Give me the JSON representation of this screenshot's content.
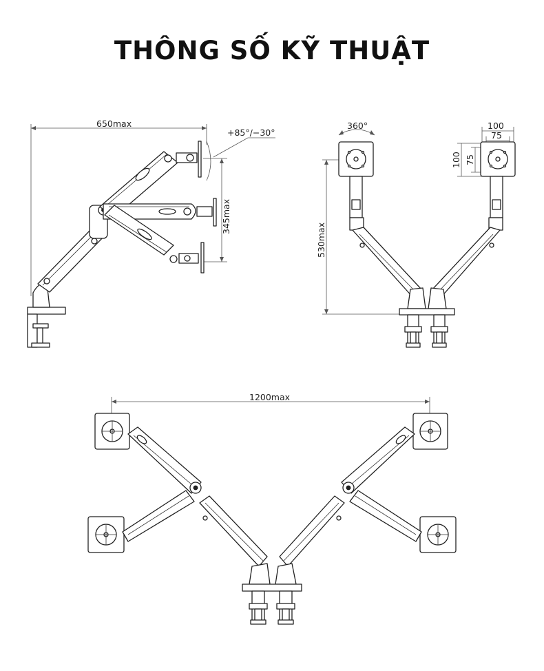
{
  "title": "THÔNG SỐ KỸ THUẬT",
  "side_view": {
    "width_label": "650max",
    "tilt_label": "+85°/−30°",
    "height_label": "345max"
  },
  "front_view": {
    "rotation_label": "360°",
    "vesa_outer_w": "100",
    "vesa_inner_w": "75",
    "vesa_outer_h": "100",
    "vesa_inner_h": "75",
    "height_label": "530max"
  },
  "top_view": {
    "span_label": "1200max"
  }
}
